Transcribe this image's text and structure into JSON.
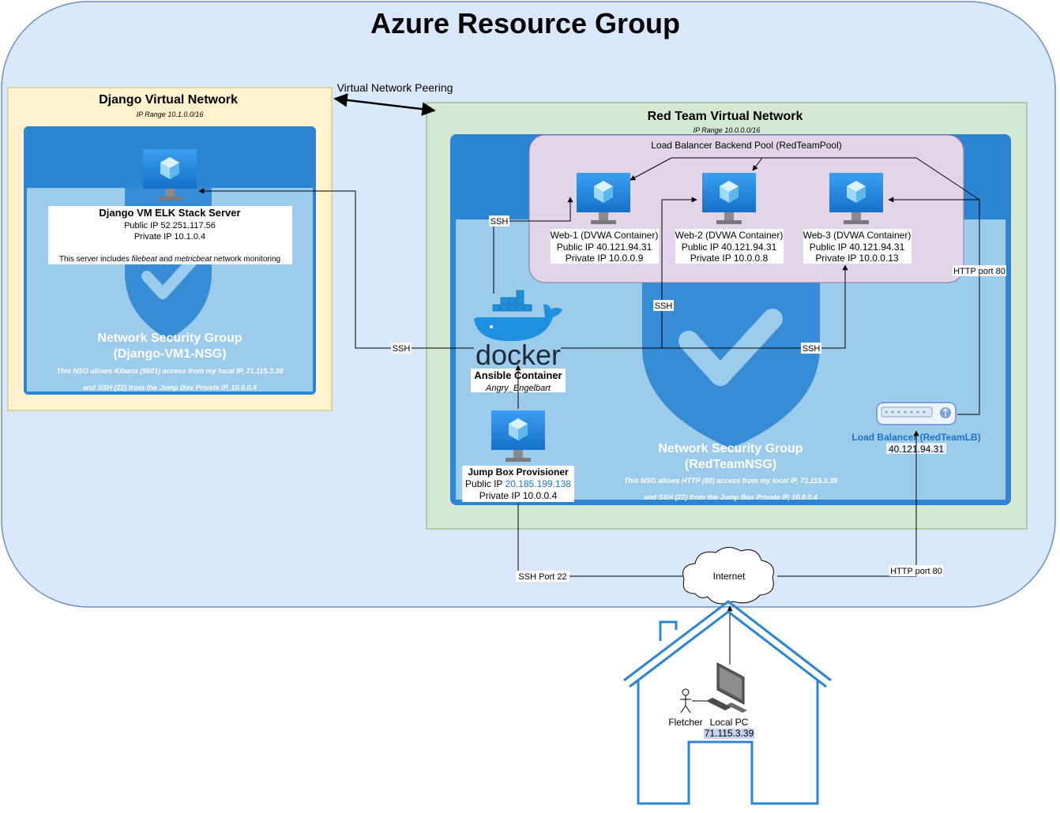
{
  "resource_group": {
    "title": "Azure Resource Group"
  },
  "peering_label": "Virtual Network Peering",
  "django_vnet": {
    "title": "Django Virtual Network",
    "ip_range": "IP Range 10.1.0.0/16",
    "vm": {
      "name": "Django VM ELK Stack Server",
      "public_ip": "Public IP 52.251.117.56",
      "private_ip": "Private IP 10.1.0.4",
      "note_prefix": "This server includes ",
      "note_filebeat": "filebeat",
      "note_and": " and ",
      "note_metricbeat": "metricbeat",
      "note_suffix": " network monitoring"
    },
    "nsg": {
      "title_line1": "Network Security Group",
      "title_line2": "(Django-VM1-NSG)",
      "desc_line1": "This NSG allows Kibana (5601) access from my local IP, 71.115.3.39",
      "desc_line2": "and SSH (22) from the Jump Box Private IP, 10.0.0.4"
    }
  },
  "redteam_vnet": {
    "title": "Red Team Virtual Network",
    "ip_range": "IP Range 10.0.0.0/16",
    "backend_pool": {
      "title": "Load Balancer Backend Pool (RedTeamPool)"
    },
    "webs": [
      {
        "name": "Web-1 (DVWA Container)",
        "public_ip": "Public IP 40.121.94.31",
        "private_ip": "Private IP 10.0.0.9"
      },
      {
        "name": "Web-2 (DVWA Container)",
        "public_ip": "Public IP 40.121.94.31",
        "private_ip": "Private IP 10.0.0.8"
      },
      {
        "name": "Web-3 (DVWA Container)",
        "public_ip": "Public IP 40.121.94.31",
        "private_ip": "Private IP 10.0.0.13"
      }
    ],
    "docker_logo": "docker",
    "ansible": {
      "name": "Ansible Container",
      "container": "Angry_Engelbart"
    },
    "jumpbox": {
      "name": "Jump Box Provisioner",
      "public_ip_label": "Public IP ",
      "public_ip_value": "20.185.199.138",
      "private_ip": "Private IP 10.0.0.4"
    },
    "load_balancer": {
      "name": "Load Balancer (RedTeamLB)",
      "ip": "40.121.94.31"
    },
    "nsg": {
      "title_line1": "Network Security Group",
      "title_line2": "(RedTeamNSG)",
      "desc_line1": "This NSG allows HTTP (80) access from my local IP, 71.115.3.39",
      "desc_line2": "and SSH (22) from the Jump Box Private IP, 10.0.0.4"
    }
  },
  "edges": {
    "ssh_django": "SSH",
    "ssh_web1": "SSH",
    "ssh_web2": "SSH",
    "ssh_web3": "SSH",
    "http_pool": "HTTP port 80",
    "ssh_port_22": "SSH Port 22",
    "http_internet": "HTTP port 80"
  },
  "internet": {
    "label": "Internet"
  },
  "home": {
    "user": "Fletcher",
    "pc": "Local PC",
    "pc_ip": "71.115.3.39"
  },
  "colors": {
    "resource_group_fill": "#dae8fc",
    "resource_group_stroke": "#6c8ebf",
    "django_vnet_fill": "#fff2cc",
    "redteam_vnet_fill": "#d5e8d4",
    "nsg_blue": "#2b85d3",
    "nsg_light": "#9ccbeb",
    "pool_fill": "#e1d5e7",
    "pool_stroke": "#9673a6",
    "link_blue": "#1a73c9",
    "house_stroke": "#2b85d3"
  }
}
